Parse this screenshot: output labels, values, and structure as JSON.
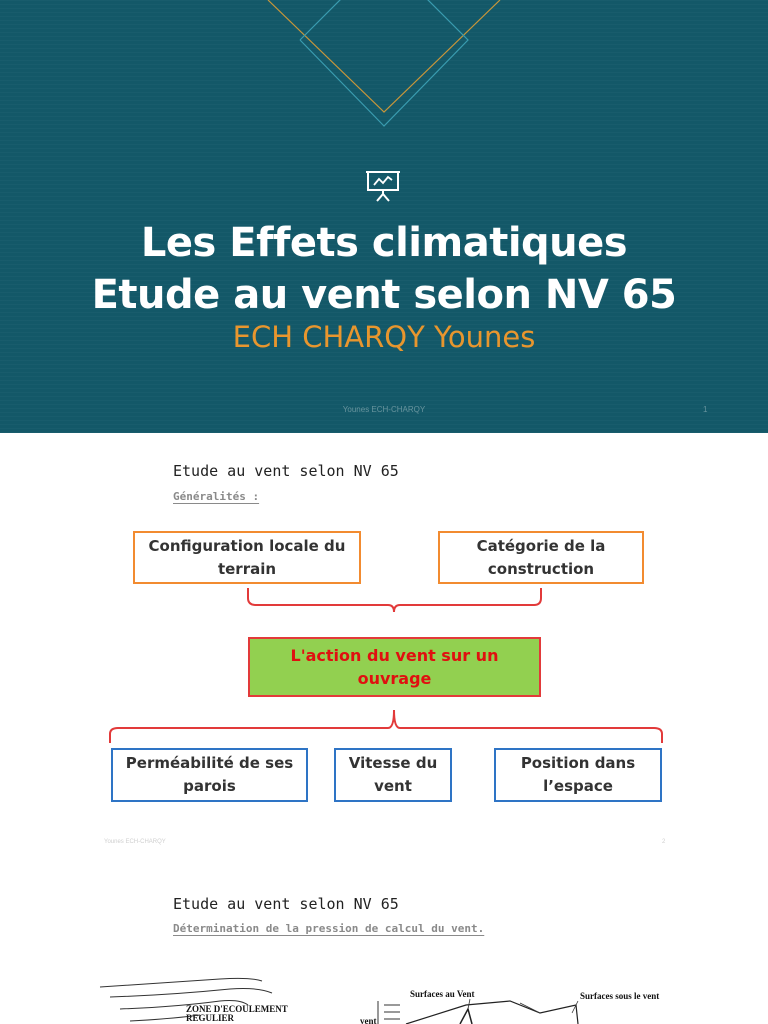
{
  "slide1": {
    "title_line1": "Les Effets climatiques",
    "title_line2": "Etude au vent selon NV 65",
    "subtitle": "ECH CHARQY Younes",
    "footer": "Younes ECH-CHARQY",
    "page_number": "1",
    "colors": {
      "background": "#135868",
      "subtitle": "#e8962e"
    },
    "icon": "presentation-icon"
  },
  "slide2": {
    "heading": "Etude au vent selon NV 65",
    "subheading": "Généralités :",
    "top_left_box": "Configuration locale du terrain",
    "top_right_box": "Catégorie de la construction",
    "center_box": "L'action du vent sur un ouvrage",
    "bottom_left_box": "Perméabilité de ses parois",
    "bottom_middle_box": "Vitesse du vent",
    "bottom_right_box": "Position dans l’espace",
    "footer": "Younes ECH-CHARQY",
    "page_number": "2",
    "colors": {
      "top_border": "#f28b30",
      "bottom_border": "#2e74c5",
      "center_fill": "#92d050",
      "center_text": "#e01010",
      "brace": "#e23a3a"
    }
  },
  "slide3": {
    "heading": "Etude au vent selon NV 65",
    "subheading": "Détermination de la pression de calcul du vent.",
    "diagram": {
      "zone_label_1": "ZONE D'ECOULEMENT",
      "zone_label_2": "REGULIER",
      "surfaces_au_vent": "Surfaces au Vent",
      "surfaces_sous_le_vent": "Surfaces sous le vent",
      "vent": "vent"
    }
  }
}
